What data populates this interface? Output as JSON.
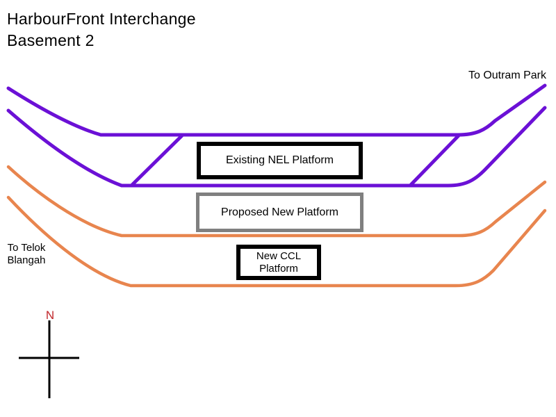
{
  "title": {
    "line1": "HarbourFront Interchange",
    "line2": "Basement 2"
  },
  "destinations": {
    "outram": "To Outram Park",
    "telok": {
      "line1": "To Telok",
      "line2": "Blangah"
    }
  },
  "platforms": {
    "nel": {
      "label": "Existing NEL Platform"
    },
    "proposed": {
      "label": "Proposed New Platform"
    },
    "ccl": {
      "label": "New CCL Platform"
    }
  },
  "compass": {
    "north_label": "N"
  },
  "colors": {
    "nel_line": "#6B10D6",
    "ccl_line": "#E8854E",
    "nel_platform_border": "#000000",
    "proposed_platform_border": "#808080",
    "ccl_platform_border": "#000000",
    "compass_north": "#C1272B",
    "compass_lines": "#000000",
    "text": "#000000",
    "background": "#FFFFFF"
  }
}
